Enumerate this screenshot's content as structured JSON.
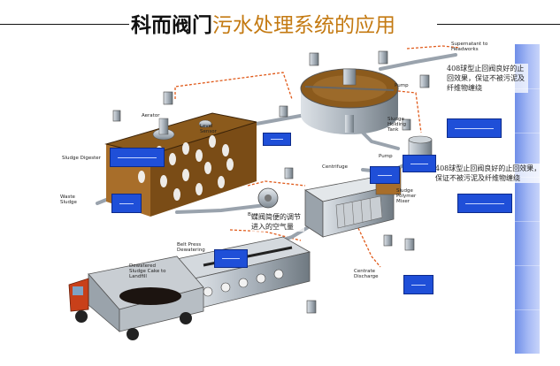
{
  "title": {
    "brand": "科而阀门",
    "subtitle": "污水处理系统的应用"
  },
  "diagram_labels": {
    "supernatant": "Supernatant to Headworks",
    "aerator": "Aerator",
    "level_sensor": "Level Sensor",
    "pump_top": "Pump",
    "sludge_holding_tank": "Sludge Holding Tank",
    "sludge_digester": "Sludge Digester",
    "pump_mid": "Pump",
    "centrifuge": "Centrifuge",
    "sludge_polymer_mixer": "Sludge Polymer Mixer",
    "waste_sludge": "Waste Sludge",
    "blower": "Blower",
    "belt_press": "Belt Press Dewatering",
    "dewatered": "Dewatered Sludge Cake to Landfill",
    "centrate": "Centrate Discharge"
  },
  "callouts": {
    "valve_note_1": "408球型止回阀良好的止回效果，保证不被污泥及纤维物缠绕",
    "valve_note_2": "408球型止回阀良好的止回效果，保证不被污泥及纤维物缠绕",
    "air_valve_note": "蝶阀简便的调节进入的空气量"
  },
  "colors": {
    "title_brand": "#111111",
    "title_subtitle": "#c47a12",
    "callout_box": "#1f4fd8",
    "side_panel": "#8aa6f0",
    "sludge": "#8b5a1c",
    "pipe": "#9aa3ad",
    "flow_dashed": "#e05a1a",
    "truck": "#c8401a"
  }
}
